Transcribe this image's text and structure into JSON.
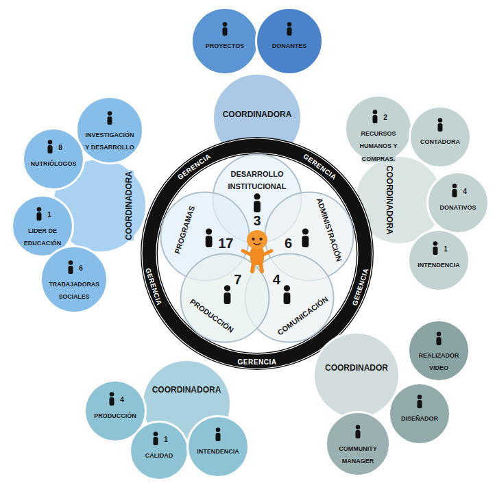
{
  "diagram": {
    "nodes": [
      {
        "text": [
          "COORDINADORA"
        ]
      },
      {
        "text": [
          "PROYECTOS"
        ]
      },
      {
        "text": [
          "DONANTES"
        ]
      },
      {
        "text": [
          "COORDINADORA"
        ]
      },
      {
        "text": [
          "INVESTIGACIÓN Y DESARROLLO"
        ]
      },
      {
        "text": [
          "NUTRIÓLOGOS",
          "8"
        ]
      },
      {
        "text": [
          "LIDER DE EDUCACIÓN",
          "1"
        ]
      },
      {
        "text": [
          "TRABAJADORAS SOCIALES",
          "6"
        ]
      },
      {
        "text": [
          "COORDINADORA"
        ]
      },
      {
        "text": [
          "RECURSOS HUMANOS Y COMPRAS.",
          "2"
        ]
      },
      {
        "text": [
          "CONTADORA"
        ]
      },
      {
        "text": [
          "DONATIVOS",
          "4"
        ]
      },
      {
        "text": [
          "INTENDENCIA",
          "1"
        ]
      },
      {
        "text": [
          "GERENCIA",
          "GERENCIA",
          "GERENCIA",
          "GERENCIA",
          "GERENCIA"
        ]
      },
      {
        "text": [
          "DESARROLLO INSTITUCIONAL",
          "3"
        ],
        "in": 13
      },
      {
        "text": [
          "ADMINISTRACIÓN",
          "6"
        ],
        "in": 13
      },
      {
        "text": [
          "PROGRAMAS",
          "17"
        ],
        "in": 13
      },
      {
        "text": [
          "COMUNICACIÓN",
          "4"
        ],
        "in": 13
      },
      {
        "text": [
          "PRODUCCIÓN",
          "7"
        ],
        "in": 13
      },
      {
        "text": [
          "COORDINADOR"
        ]
      },
      {
        "text": [
          "REALIZADOR VIDEO"
        ]
      },
      {
        "text": [
          "DISEÑADOR"
        ]
      },
      {
        "text": [
          "COMMUNITY MANAGER"
        ]
      },
      {
        "text": [
          "COORDINADORA"
        ]
      },
      {
        "text": [
          "PRODUCCIÓN",
          "4"
        ]
      },
      {
        "text": [
          "CALIDAD",
          "1"
        ]
      },
      {
        "text": [
          "INTENDENCIA"
        ]
      }
    ]
  }
}
